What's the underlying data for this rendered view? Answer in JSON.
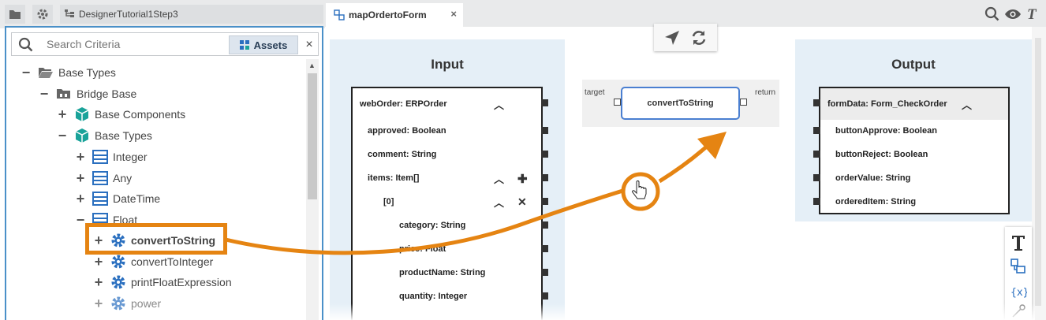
{
  "left_tabs": {
    "project_label": "DesignerTutorial1Step3"
  },
  "search": {
    "placeholder": "Search Criteria",
    "assets_label": "Assets",
    "close_label": "×"
  },
  "tree": [
    {
      "label": "Base Types",
      "toggle": "−",
      "icon": "folder-open-icon"
    },
    {
      "label": "Bridge Base",
      "toggle": "−",
      "icon": "folder-network-icon"
    },
    {
      "label": "Base Components",
      "toggle": "+",
      "icon": "package-icon"
    },
    {
      "label": "Base Types",
      "toggle": "−",
      "icon": "package-icon"
    },
    {
      "label": "Integer",
      "toggle": "+",
      "icon": "class-icon"
    },
    {
      "label": "Any",
      "toggle": "+",
      "icon": "class-icon"
    },
    {
      "label": "DateTime",
      "toggle": "+",
      "icon": "class-icon"
    },
    {
      "label": "Float",
      "toggle": "−",
      "icon": "class-icon"
    },
    {
      "label": "convertToString",
      "toggle": "+",
      "icon": "gear-icon"
    },
    {
      "label": "convertToInteger",
      "toggle": "+",
      "icon": "gear-icon"
    },
    {
      "label": "printFloatExpression",
      "toggle": "+",
      "icon": "gear-icon"
    },
    {
      "label": "power",
      "toggle": "+",
      "icon": "gear-icon"
    }
  ],
  "editor": {
    "tab_label": "mapOrdertoForm",
    "tab_close": "×",
    "input_title": "Input",
    "output_title": "Output",
    "input_fields": [
      "webOrder: ERPOrder",
      "approved: Boolean",
      "comment: String",
      "items: Item[]",
      "[0]",
      "category: String",
      "price: Float",
      "productName: String",
      "quantity: Integer"
    ],
    "output_fields": [
      "formData: Form_CheckOrder",
      "buttonApprove: Boolean",
      "buttonReject: Boolean",
      "orderValue: String",
      "orderedItem: String"
    ],
    "function": {
      "name": "convertToString",
      "target_label": "target",
      "return_label": "return"
    }
  },
  "colors": {
    "accent": "#e58412",
    "selection_border": "#4a90c8",
    "panel_bg": "#e5eff7",
    "function_border": "#4a7fd1",
    "icon_blue": "#2a6fbf",
    "package_teal": "#1aa39a"
  }
}
